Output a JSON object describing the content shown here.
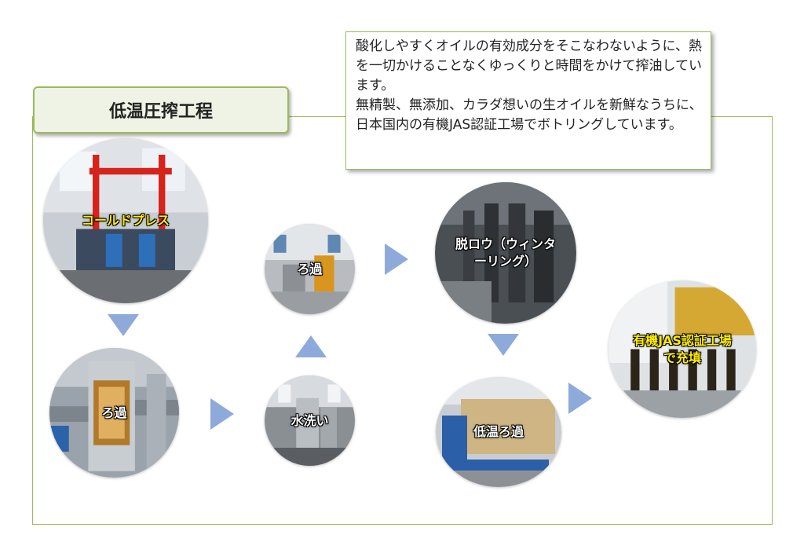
{
  "title": "低温圧搾工程",
  "description": [
    "酸化しやすくオイルの有効成分をそこなわないように、熱を一切かけることなくゆっくりと時間をかけて搾油しています。",
    "無精製、無添加、カラダ想いの生オイルを新鮮なうちに、日本国内の有機JAS認証工場でボトリングしています。"
  ],
  "steps": [
    {
      "label": "コールドプレス",
      "color": "#ffee00"
    },
    {
      "label": "ろ過",
      "color": "#ffffff"
    },
    {
      "label": "水洗い",
      "color": "#ffffff"
    },
    {
      "label": "ろ過",
      "color": "#ffffff"
    },
    {
      "label": "脱ロウ（ウィンターリング）",
      "color": "#ffffff"
    },
    {
      "label": "低温ろ過",
      "color": "#ffffff"
    },
    {
      "label": "有機JAS認証工場で充填",
      "color": "#ffee00"
    }
  ],
  "colors": {
    "frame": "#9bbb59",
    "arrow": "#8eaadb"
  }
}
